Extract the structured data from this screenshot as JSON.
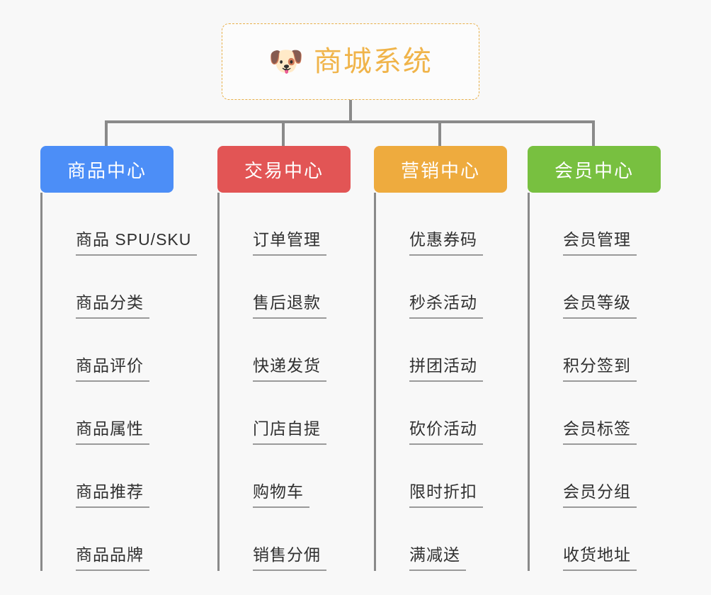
{
  "background_color": "#f8f8f8",
  "root": {
    "icon": "shiba-dog-emoji",
    "icon_glyph": "🐶",
    "title": "商城系统",
    "title_color": "#f0b44a",
    "border_color": "#e8b04a"
  },
  "columns": [
    {
      "title": "商品中心",
      "color": "#4c8ef7",
      "color_name": "blue",
      "items": [
        "商品 SPU/SKU",
        "商品分类",
        "商品评价",
        "商品属性",
        "商品推荐",
        "商品品牌"
      ]
    },
    {
      "title": "交易中心",
      "color": "#e25555",
      "color_name": "red",
      "items": [
        "订单管理",
        "售后退款",
        "快递发货",
        "门店自提",
        "购物车",
        "销售分佣"
      ]
    },
    {
      "title": "营销中心",
      "color": "#eeab3e",
      "color_name": "orange",
      "items": [
        "优惠券码",
        "秒杀活动",
        "拼团活动",
        "砍价活动",
        "限时折扣",
        "满减送"
      ]
    },
    {
      "title": "会员中心",
      "color": "#78c040",
      "color_name": "green",
      "items": [
        "会员管理",
        "会员等级",
        "积分签到",
        "会员标签",
        "会员分组",
        "收货地址"
      ]
    }
  ],
  "layout": {
    "column_left_positions": [
      57,
      307,
      528,
      745
    ],
    "connector_color": "#8a8a8a"
  }
}
